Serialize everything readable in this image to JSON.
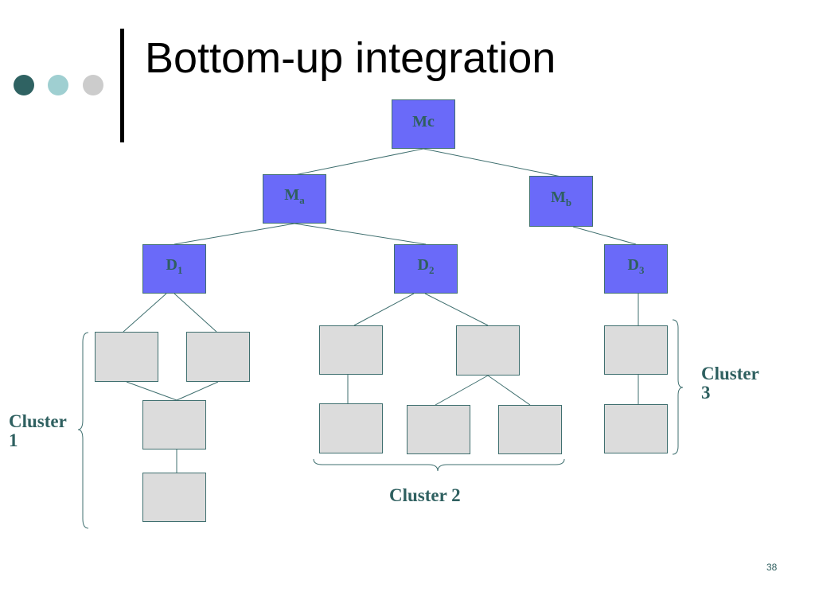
{
  "slide": {
    "title": "Bottom-up integration",
    "page_number": "38",
    "decor_colors": [
      "#2f6262",
      "#9fcfd1",
      "#cccccc"
    ]
  },
  "colors": {
    "module_fill": "#6a6af9",
    "stub_fill": "#dcdcdc",
    "line": "#3f6f6f",
    "label": "#2f6060"
  },
  "diagram": {
    "modules": {
      "mc": {
        "base": "Mc",
        "sub": ""
      },
      "ma": {
        "base": "M",
        "sub": "a"
      },
      "mb": {
        "base": "M",
        "sub": "b"
      },
      "d1": {
        "base": "D",
        "sub": "1"
      },
      "d2": {
        "base": "D",
        "sub": "2"
      },
      "d3": {
        "base": "D",
        "sub": "3"
      }
    },
    "clusters": {
      "c1": {
        "line1": "Cluster",
        "line2": "1"
      },
      "c2": {
        "line1": "Cluster 2"
      },
      "c3": {
        "line1": "Cluster",
        "line2": "3"
      }
    }
  }
}
